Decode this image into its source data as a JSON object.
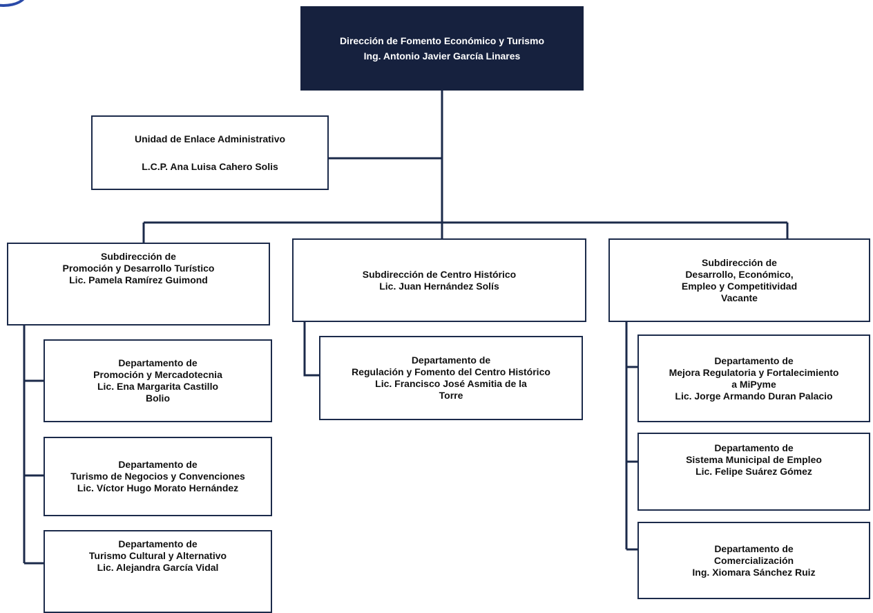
{
  "colors": {
    "header_fill": "#16213e",
    "line": "#1b2a4a",
    "border": "#1b2a4a"
  },
  "nodes": {
    "director": {
      "title": "Dirección de Fomento Económico y Turismo",
      "name": "Ing. Antonio Javier García Linares"
    },
    "admin_unit": {
      "title": "Unidad de Enlace Administrativo",
      "name": "L.C.P. Ana Luisa Cahero Solis"
    },
    "sub_turismo": {
      "lines": [
        "Subdirección de",
        "Promoción y Desarrollo Turístico",
        "Lic. Pamela Ramírez Guimond"
      ]
    },
    "sub_centro": {
      "lines": [
        "Subdirección de Centro Histórico",
        "Lic. Juan Hernández Solís"
      ]
    },
    "sub_desarrollo": {
      "lines": [
        "Subdirección de",
        "Desarrollo, Económico,",
        "Empleo y Competitividad",
        "Vacante"
      ]
    },
    "dept_promocion": {
      "lines": [
        "Departamento de",
        "Promoción y Mercadotecnia",
        "Lic. Ena Margarita Castillo",
        "Bolio"
      ]
    },
    "dept_negocios": {
      "lines": [
        "Departamento de",
        "Turismo de Negocios y Convenciones",
        "Lic. Víctor Hugo Morato Hernández"
      ]
    },
    "dept_cultural": {
      "lines": [
        "Departamento de",
        "Turismo Cultural y Alternativo",
        "Lic. Alejandra García Vidal"
      ]
    },
    "dept_regulacion": {
      "lines": [
        "Departamento de",
        "Regulación y Fomento del Centro Histórico",
        "Lic. Francisco José Asmitia de la",
        "Torre"
      ]
    },
    "dept_mejora": {
      "lines": [
        "Departamento de",
        "Mejora Regulatoria y Fortalecimiento",
        "a MiPyme",
        "Lic. Jorge Armando Duran Palacio"
      ]
    },
    "dept_empleo": {
      "lines": [
        "Departamento de",
        "Sistema Municipal de Empleo",
        "Lic. Felipe Suárez Gómez"
      ]
    },
    "dept_comercializacion": {
      "lines": [
        "Departamento de",
        "Comercialización",
        "Ing. Xiomara Sánchez Ruiz"
      ]
    }
  }
}
